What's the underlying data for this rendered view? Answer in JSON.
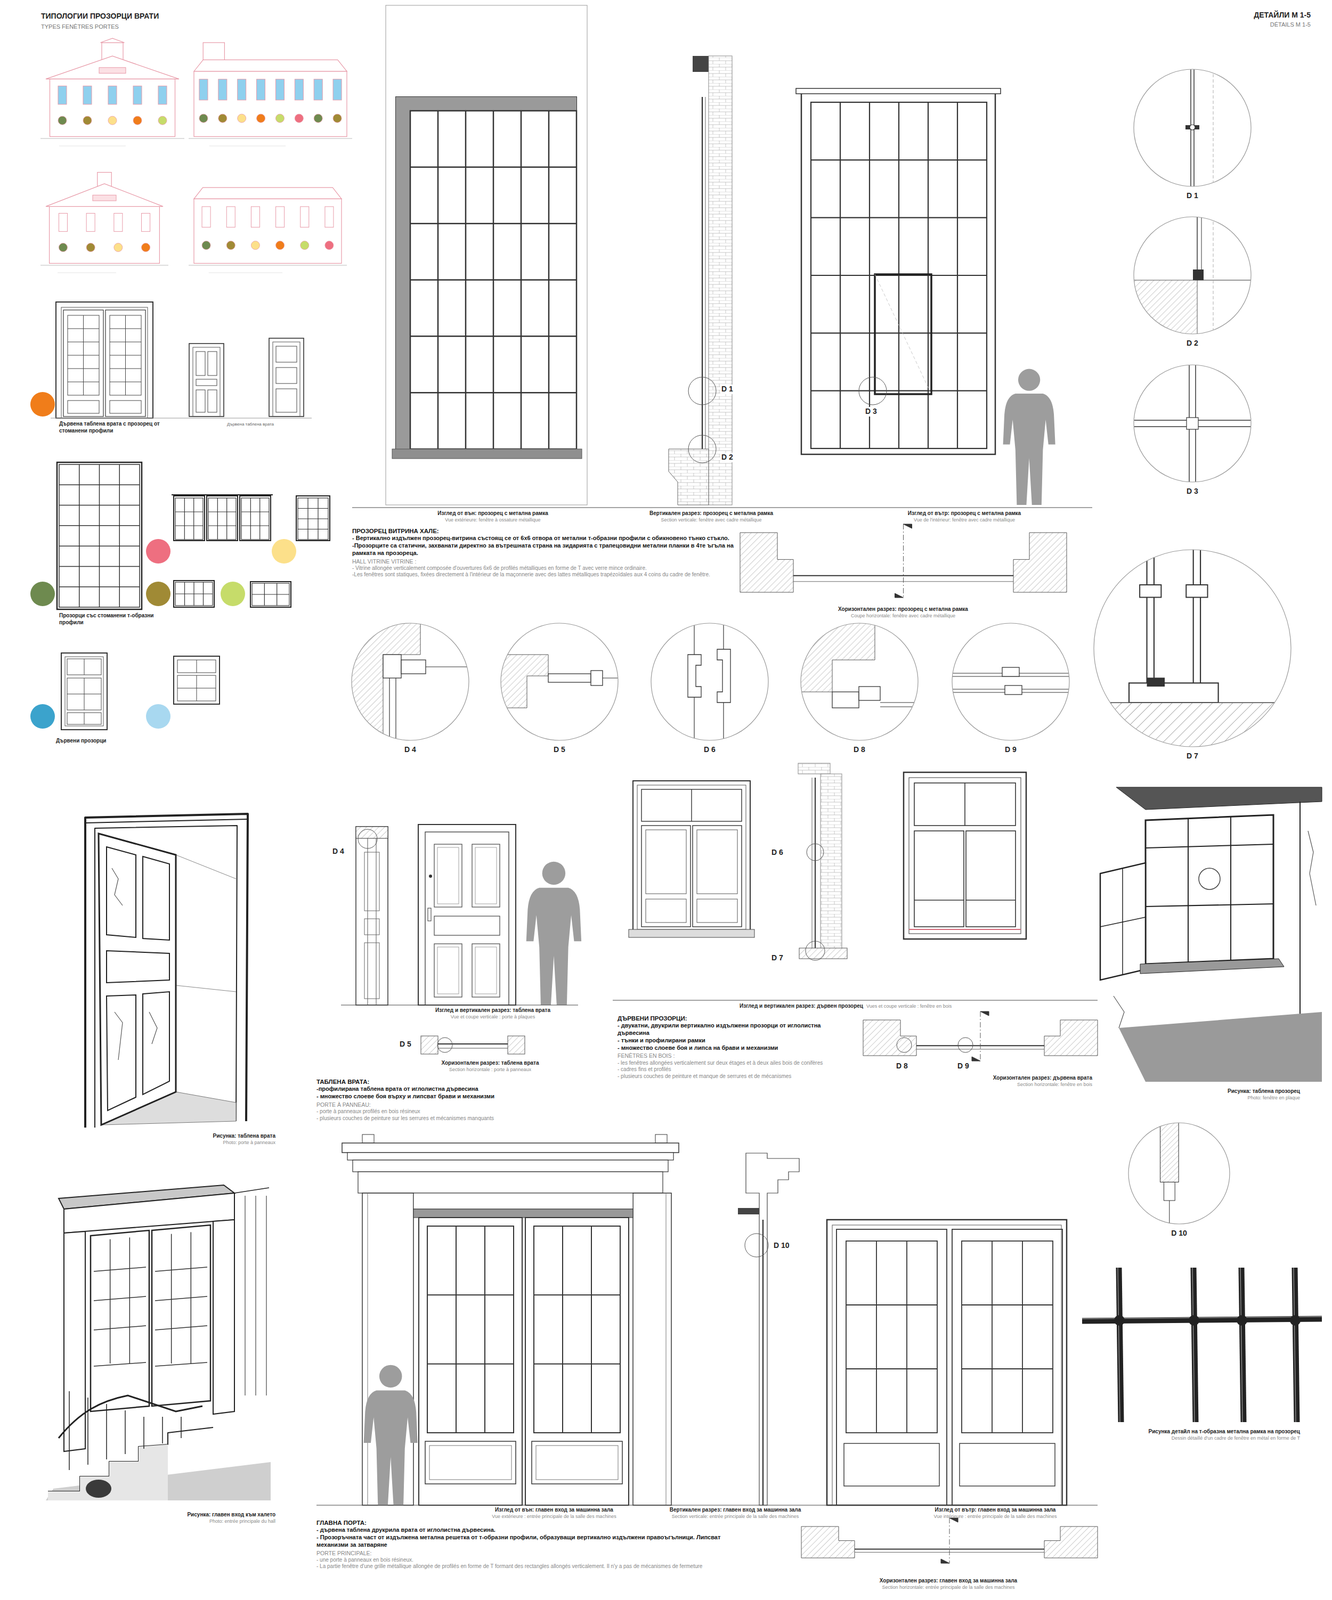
{
  "diagram": {
    "title": "ТИПОЛОГИИ ПРОЗОРЦИ ВРАТИ",
    "nodes": [
      {
        "text": [
          "D 1"
        ]
      },
      {
        "text": [
          "D 2"
        ]
      },
      {
        "text": [
          "D 3"
        ]
      },
      {
        "text": [
          "D 4"
        ]
      },
      {
        "text": [
          "D 5"
        ]
      },
      {
        "text": [
          "D 6"
        ]
      },
      {
        "text": [
          "D 8"
        ]
      },
      {
        "text": [
          "D 9"
        ]
      },
      {
        "text": [
          "D 7"
        ]
      },
      {
        "text": [
          "D 10"
        ]
      }
    ],
    "labels": [
      "TYPES FENÊTRES PORTES",
      "ДЕТАЙЛИ М 1-5",
      "DÉTAILS M 1-5",
      "Дървена таблена врата",
      "Изглед от вън: прозорец с метална рамка",
      "Vue extérieure: fenêtre à ossature métallique",
      "Вертикален разрез: прозорец с метална рамка",
      "Section verticale: fenêtre avec cadre métallique",
      "Изглед от вътр: прозорец с метална рамка",
      "Vue de l'intérieur: fenêtre avec cadre métallique",
      "D 1",
      "D 2",
      "D 3",
      "ПРОЗОРЕЦ ВИТРИНА ХАЛЕ:",
      "- Вертикално издължен прозорец-витрина състоящ се от 6х6 отвора от метални т-образни профили с обикновено тънко стъкло.",
      "-Прозорците са статични, захванати директно за вътрешната страна на зидарията с трапецовидни метални планки в 4те ъгъла на рамката на прозореца.",
      "HALL VITRINE VITRINE :",
      "- Vitrine allongée verticalement composée d'ouvertures 6x6 de profilés métalliques en forme de T avec verre mince ordinaire.",
      "-Les fenêtres sont statiques, fixées directement à l'intérieur de la maçonnerie avec des lattes métalliques trapézoïdales aux 4 coins du cadre de fenêtre.",
      "Хоризонтален разрез: прозорец с метална рамка",
      "Coupe horizontale: fenêtre avec cadre métallique",
      "D 4",
      "Изглед и вертикален разрез: таблена врата",
      "Vue et coupe verticale : porte à plaques",
      "D 5",
      "Хоризонтален разрез: таблена врата",
      "Section horizontale : porte à panneaux",
      "ТАБЛЕНА ВРАТА:",
      "-профилирана таблена врата от иглолистна дървесина",
      "- множество слоеве боя върху и липсват брави и механизми",
      "PORTE À PANNEAU:",
      "- porte à panneaux profilés en bois résineux",
      "- plusieurs couches de peinture sur les serrures et mécanismes manquants",
      "Рисунка: таблена врата",
      "Photo: porte à panneaux",
      "D 6",
      "D 7",
      "Изглед и вертикален разрез: дървен прозорец",
      "Vues et coupe verticale : fenêtre en bois",
      "ДЪРВЕНИ ПРОЗОРЦИ:",
      "- двукатни, двукрили вертикално издължени прозорци от иглолистна дървесина",
      "- тънки и профилирани рамки",
      "- множество слоеве боя и липса на брави и механизми",
      "FENÊTRES EN BOIS :",
      "- les fenêtres allongées verticalement sur deux étages et à deux ailes bois de conifères",
      "- cadres fins et profilés",
      "- plusieurs couches de peinture et manque de serrures et de mécanismes",
      "D 8",
      "D 9",
      "Хоризонтален разрез: дървена врата",
      "Section horizontale: fenêtre en bois",
      "Рисунка: таблена прозорец",
      "Photo: fenêtre en plaque",
      "Рисунка детайл на т-образна метална рамка на прозорец",
      "Dessin détaillé d'un cadre de fenêtre en métal en forme de T",
      "Рисунка: главен вход към халето",
      "Photo: entrée principale du hall",
      "D 10",
      "Изглед от вън: главен вход за машинна зала",
      "Vue extérieure : entrée principale de la salle des machines",
      "Вертикален разрез: главен вход за машинна зала",
      "Section verticale: entrée principale de la salle des machines",
      "Изглед от вътр: главен вход за машинна зала",
      "Vue intérieure : entrée principale de la salle des machines",
      "ГЛАВНА ПОРТА:",
      "- дървена таблена друкрила врата от иглолистна дървесина.",
      "- Прозоръчната част от издължена метална решетка от т-образни профили, образуващи вертикално издължени правоъгълници. Липсват механизми за затваряне",
      "PORTE PRINCIPALE:",
      "- une porte à panneaux en bois résineux.",
      "- La partie fenêtre d'une grille métallique allongée de profilés en forme de T formant des rectangles allongés verticalement. Il n'y a pas de mécanismes de fermeture",
      "Хоризонтален разрез: главен вход за машинна зала",
      "Section horizontale: entrée principale de la salle des machines"
    ],
    "legend": [
      {
        "text": "Дървена таблена врата с прозорец от стоманени профили",
        "color": "#f07d1a"
      },
      {
        "text": "Прозорци със стоманени т-образни профили",
        "color": "#6e8a4f"
      },
      {
        "text": "Дървени прозорци",
        "color": "#3ba3cc"
      }
    ]
  }
}
